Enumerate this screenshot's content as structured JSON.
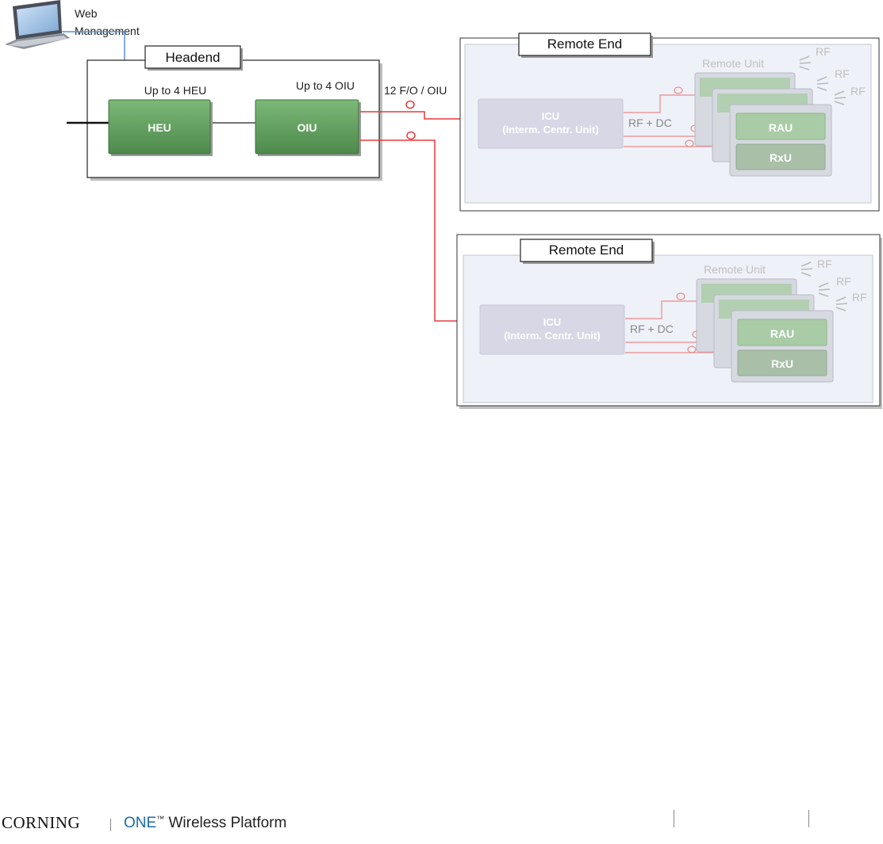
{
  "diagram": {
    "laptop_label": [
      "Web",
      "Management"
    ],
    "headend": {
      "title": "Headend",
      "heu_count": "Up to 4 HEU",
      "oiu_count": "Up to 4 OIU",
      "heu_label": "HEU",
      "oiu_label": "OIU"
    },
    "fiber_label": "12 F/O / OIU",
    "remote_ends": [
      {
        "title": "Remote End",
        "icu_label": [
          "ICU",
          "(Interm. Centr. Unit)"
        ],
        "rfdc_label": "RF + DC",
        "remote_unit_label": "Remote Unit",
        "rau_label": "RAU",
        "rxu_label": "RxU",
        "rf_labels": [
          "RF",
          "RF",
          "RF"
        ]
      },
      {
        "title": "Remote End",
        "icu_label": [
          "ICU",
          "(Interm. Centr. Unit)"
        ],
        "rfdc_label": "RF + DC",
        "remote_unit_label": "Remote Unit",
        "rau_label": "RAU",
        "rxu_label": "RxU",
        "rf_labels": [
          "RF",
          "RF",
          "RF"
        ]
      }
    ],
    "colors": {
      "unit_green": "#5f9a5c",
      "fiber_red": "#e8383a",
      "mgmt_blue": "#5b8fd6"
    }
  },
  "footer": {
    "brand": "CORNING",
    "one": "ONE",
    "tm": "™",
    "product": " Wireless Platform"
  }
}
